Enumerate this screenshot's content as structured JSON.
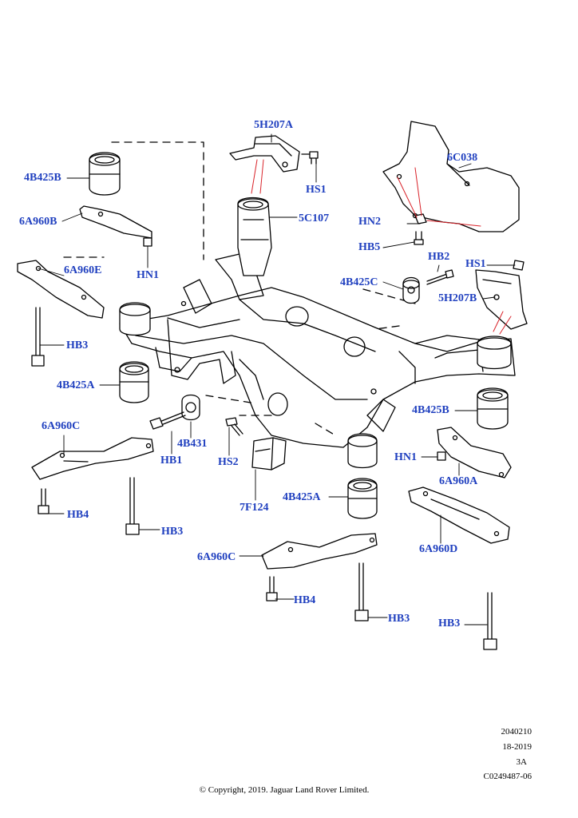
{
  "labels": [
    {
      "key": "l1",
      "text": "5H207A"
    },
    {
      "key": "l2",
      "text": "HS1"
    },
    {
      "key": "l3",
      "text": "6C038"
    },
    {
      "key": "l4",
      "text": "4B425B"
    },
    {
      "key": "l5",
      "text": "5C107"
    },
    {
      "key": "l6",
      "text": "6A960B"
    },
    {
      "key": "l7",
      "text": "HN2"
    },
    {
      "key": "l8",
      "text": "HB5"
    },
    {
      "key": "l9",
      "text": "HN1"
    },
    {
      "key": "l10",
      "text": "6A960E"
    },
    {
      "key": "l11",
      "text": "HB2"
    },
    {
      "key": "l12",
      "text": "HS1"
    },
    {
      "key": "l13",
      "text": "4B425C"
    },
    {
      "key": "l14",
      "text": "5H207B"
    },
    {
      "key": "l15",
      "text": "HB3"
    },
    {
      "key": "l16",
      "text": "4B425A"
    },
    {
      "key": "l17",
      "text": "4B425B"
    },
    {
      "key": "l18",
      "text": "6A960C"
    },
    {
      "key": "l19",
      "text": "4B431"
    },
    {
      "key": "l20",
      "text": "HB1"
    },
    {
      "key": "l21",
      "text": "HS2"
    },
    {
      "key": "l22",
      "text": "HN1"
    },
    {
      "key": "l23",
      "text": "6A960A"
    },
    {
      "key": "l24",
      "text": "7F124"
    },
    {
      "key": "l25",
      "text": "4B425A"
    },
    {
      "key": "l26",
      "text": "HB4"
    },
    {
      "key": "l27",
      "text": "HB3"
    },
    {
      "key": "l28",
      "text": "6A960D"
    },
    {
      "key": "l29",
      "text": "6A960C"
    },
    {
      "key": "l30",
      "text": "HB4"
    },
    {
      "key": "l31",
      "text": "HB3"
    },
    {
      "key": "l32",
      "text": "HB3"
    }
  ],
  "meta": {
    "code": "2040210",
    "date": "18-2019",
    "revision": "3A",
    "illustration_id": "C0249487-06",
    "copyright": "© Copyright, 2019. Jaguar Land Rover Limited."
  }
}
